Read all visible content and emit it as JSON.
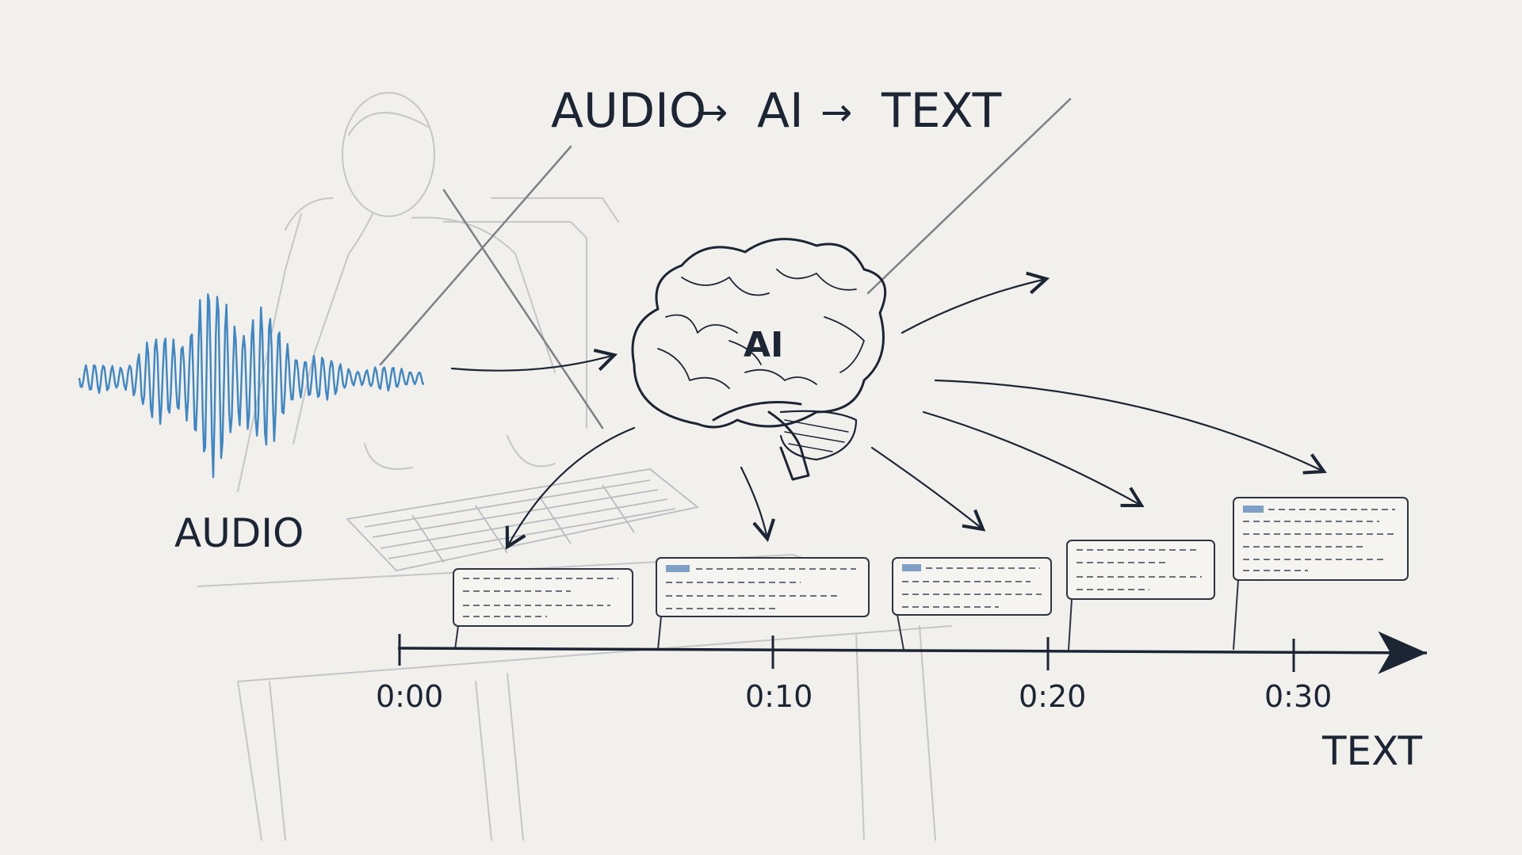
{
  "title": {
    "part1": "AUDIO",
    "part2": "AI",
    "part3": "TEXT",
    "separator": "→"
  },
  "brain_label": "AI",
  "audio_label": "AUDIO",
  "text_label": "TEXT",
  "timeline": {
    "ticks": [
      "0:00",
      "0:10",
      "0:20",
      "0:30"
    ]
  },
  "colors": {
    "ink": "#1c2534",
    "wave": "#3f86c2",
    "sketch": "#c4c6c8",
    "paper": "#f1f0ec"
  },
  "icons": [
    "waveform-icon",
    "brain-icon",
    "keyboard-icon",
    "person-sketch"
  ]
}
